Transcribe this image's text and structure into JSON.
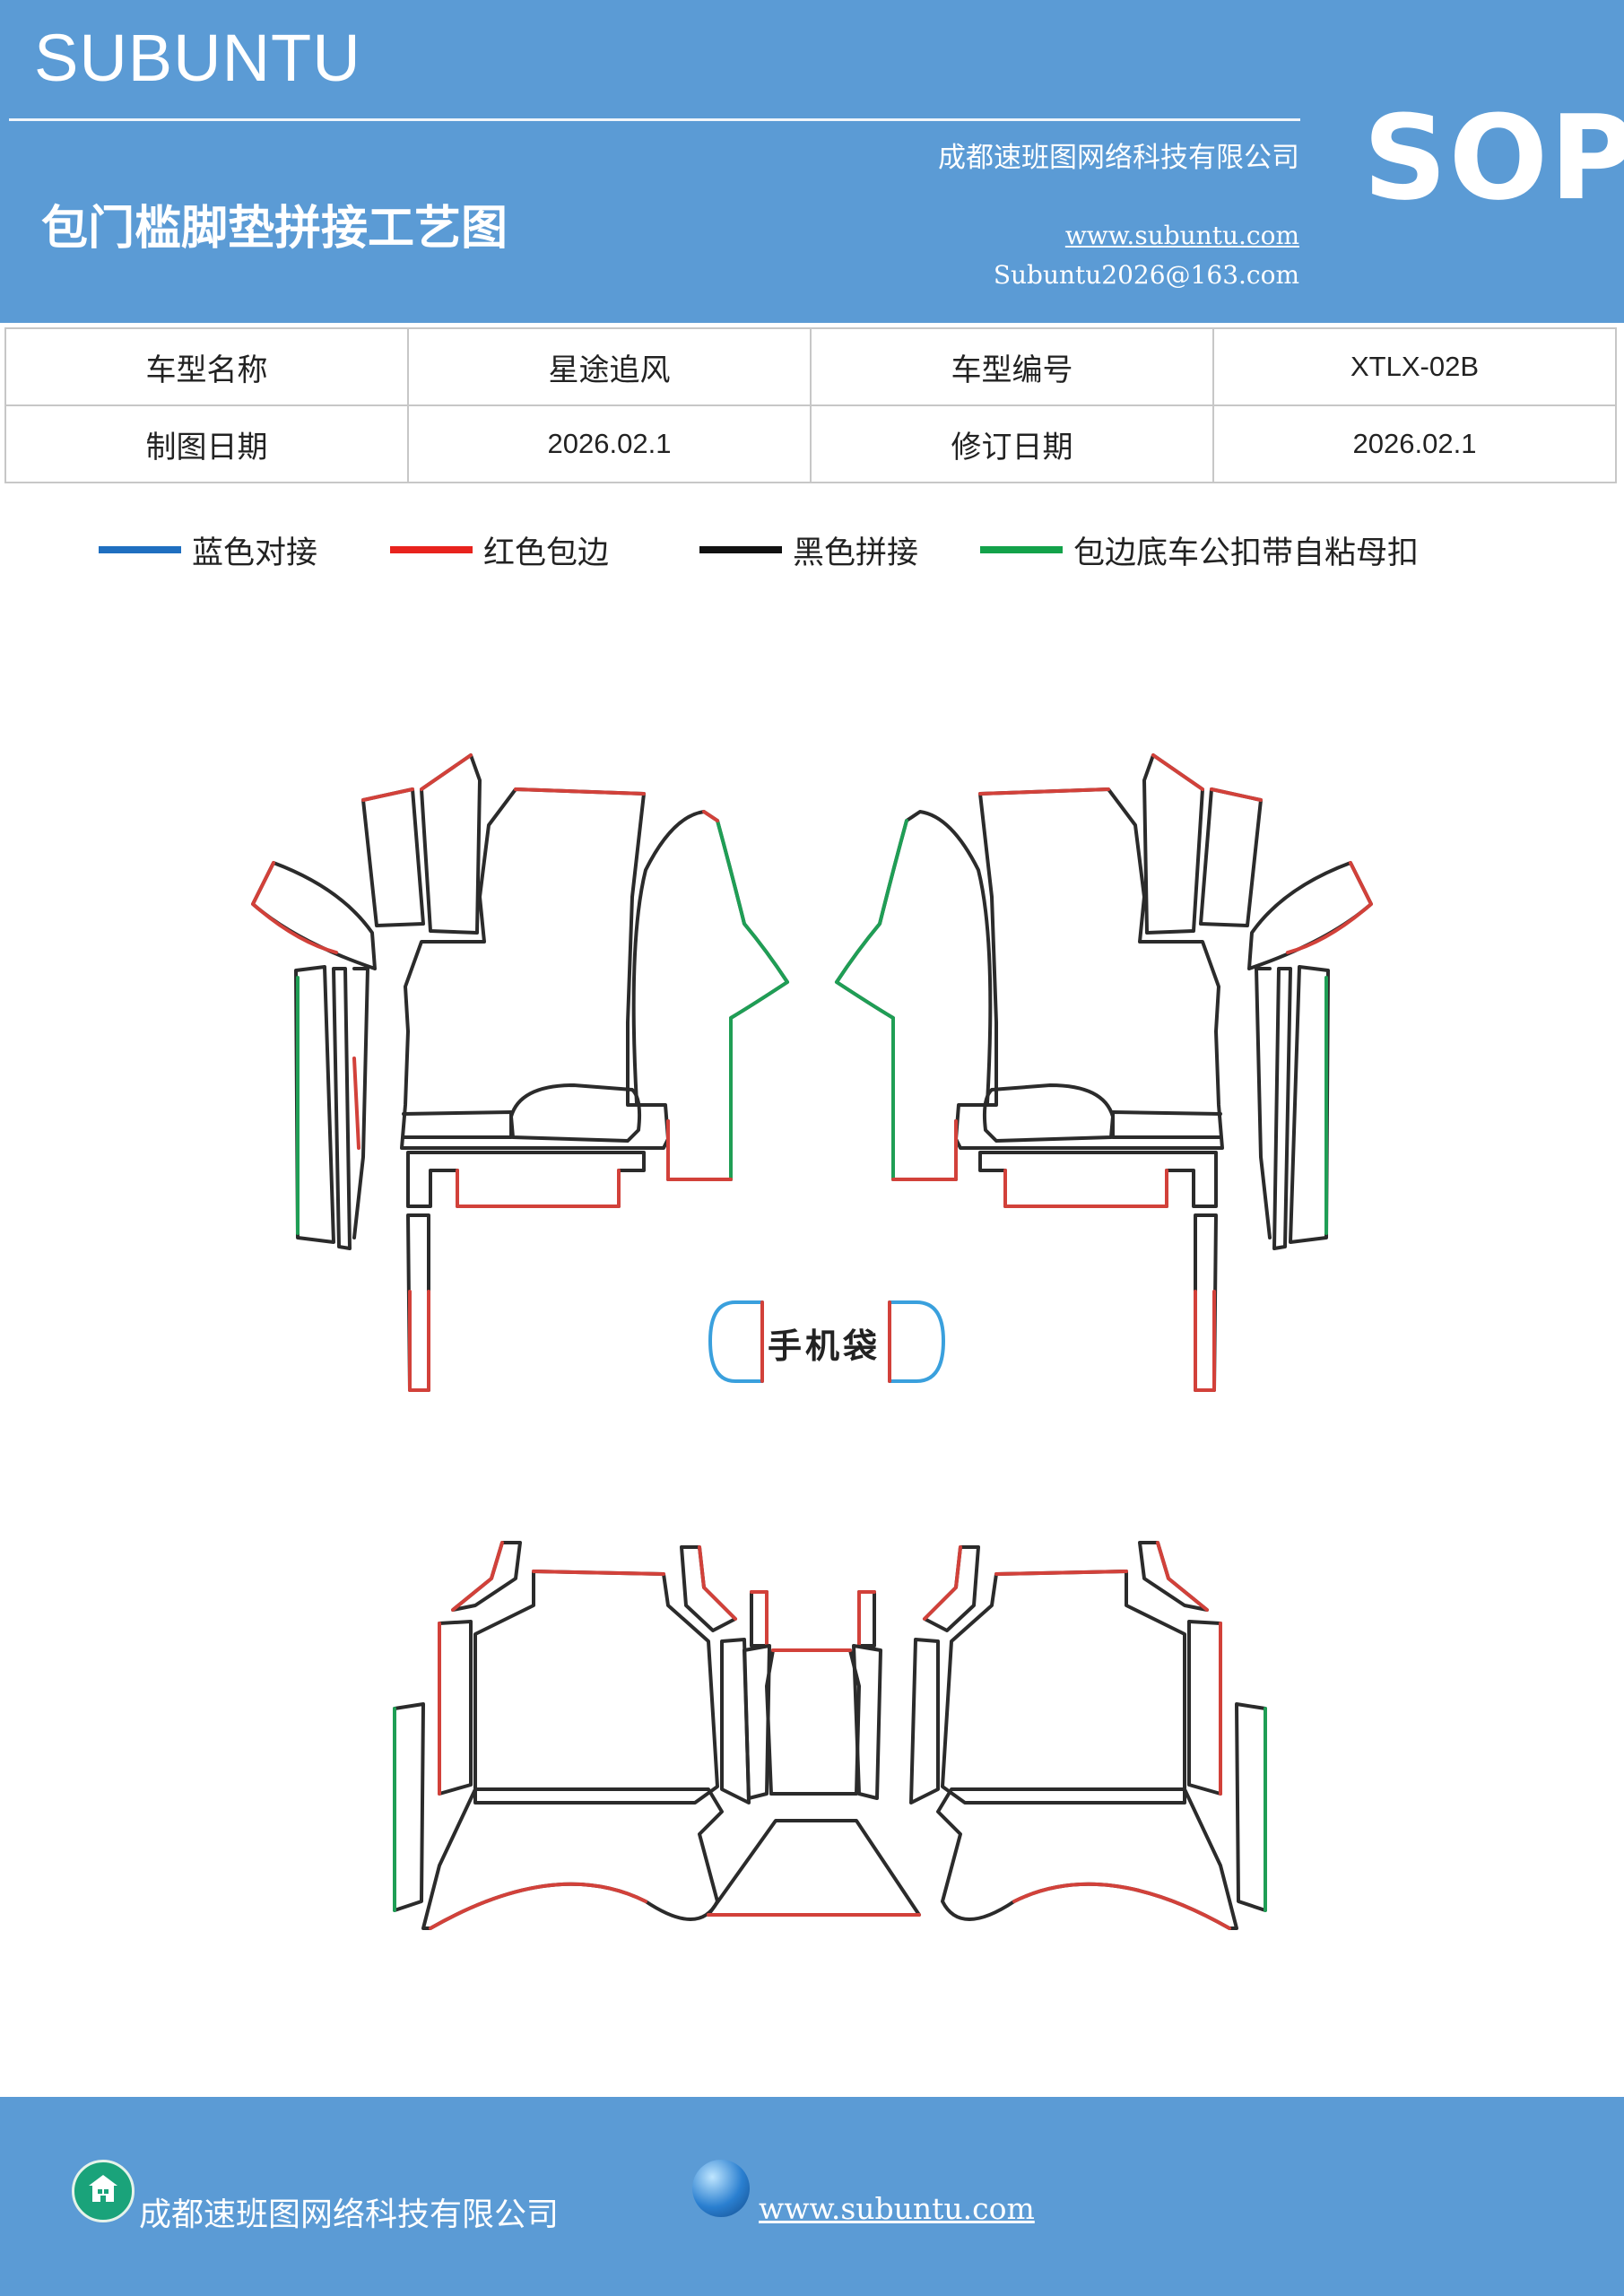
{
  "header": {
    "brand": "SUBUNTU",
    "company": "成都速班图网络科技有限公司",
    "title": "包门槛脚垫拼接工艺图",
    "website": "www.subuntu.com",
    "email": "Subuntu2026@163.com",
    "badge": "SOP"
  },
  "info_table": {
    "rows": [
      [
        "车型名称",
        "星途追风",
        "车型编号",
        "XTLX-02B"
      ],
      [
        "制图日期",
        "2026.02.1",
        "修订日期",
        "2026.02.1"
      ]
    ]
  },
  "legend": [
    {
      "label": "蓝色对接",
      "color": "#1f6fc0"
    },
    {
      "label": "红色包边",
      "color": "#e8231d"
    },
    {
      "label": "黑色拼接",
      "color": "#111111"
    },
    {
      "label": "包边底车公扣带自粘母扣",
      "color": "#13a24a"
    }
  ],
  "diagram": {
    "pocket_label": "手机袋",
    "colors": {
      "outline": "#2b2b2b",
      "red": "#d2413a",
      "green": "#1f9e55",
      "blue": "#3aa0dd"
    }
  },
  "footer": {
    "company": "成都速班图网络科技有限公司",
    "website": "www.subuntu.com",
    "icons": [
      "building-icon",
      "globe-icon",
      "wechat-icon",
      "qr-code"
    ]
  }
}
